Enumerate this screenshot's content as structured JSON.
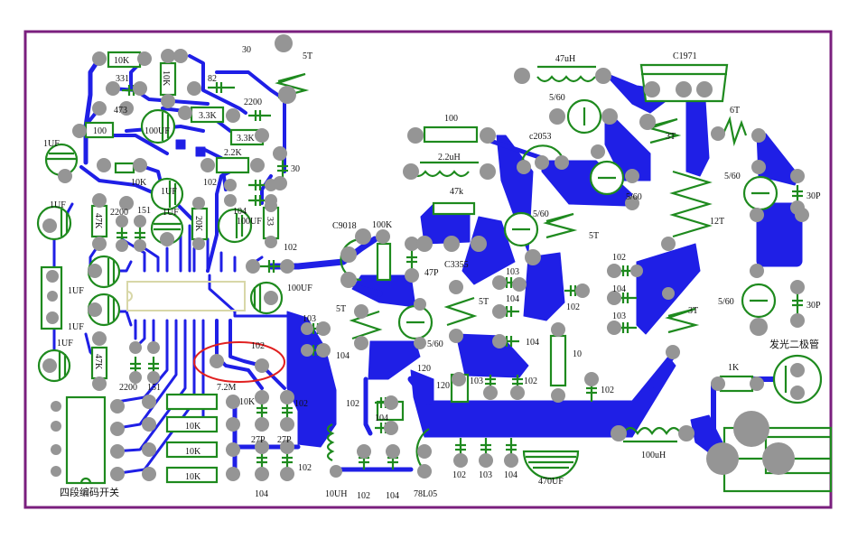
{
  "board": {
    "title": "PCB layout - FM transmitter",
    "colors": {
      "frame": "#7a1f7e",
      "copper": "#1f1fe6",
      "silkscreen": "#1e8a1e",
      "pad": "#959595",
      "highlight": "#e02020"
    }
  },
  "labels": {
    "r_10k_top": "10K",
    "c_331": "331",
    "r_10k_vert": "10K",
    "c_82": "82",
    "c_30_top": "30",
    "l_5t_top": "5T",
    "c_473": "473",
    "r_3k3_a": "3.3K",
    "c_2200_top": "2200",
    "r_100_left": "100",
    "c_100uf_top": "100UF",
    "r_3k3_b": "3.3K",
    "c_1uf_a": "1UF",
    "r_2k2": "2.2K",
    "c_30_mid": "30",
    "pot_10k": "10K",
    "c_1uf_b": "1UF",
    "c_102_a": "102",
    "c_1uf_c": "1UF",
    "c_2200_mid": "2200",
    "c_151_mid": "151",
    "c_1uf_d": "1UF",
    "r_47k_a": "47K",
    "r_20k": "20K",
    "c_104_a": "104",
    "c_100uf_b": "100UF",
    "r_33": "33",
    "c_102_b": "102",
    "c_1uf_e": "1UF",
    "c_100uf_c": "100UF",
    "c_1uf_f": "1UF",
    "c_103_a": "103",
    "c_102_c": "102",
    "c_104_b": "104",
    "c_1uf_g": "1UF",
    "r_47k_b": "47K",
    "c_2200_bot": "2200",
    "c_151_bot": "151",
    "xtal_72m": "7.2M",
    "r_10k_b": "10K",
    "r_10k_c": "10K",
    "r_10k_d": "10K",
    "r_10k_e": "10K",
    "c_27p_a": "27P",
    "c_27p_b": "27P",
    "c_102_d": "102",
    "c_104_c": "104",
    "switch_label": "四段编码开关",
    "c9018": "C9018",
    "r_100k": "100K",
    "c_47p": "47P",
    "c3355": "C3355",
    "l_5t_mid": "5T",
    "l_5t_b": "5T",
    "vc_560_a": "5/60",
    "r_120_a": "120",
    "r_120_b": "120",
    "c_102_e": "102",
    "c_104_d": "104",
    "l_10uh": "10UH",
    "c_102_f": "102",
    "c_104_e": "104",
    "reg_78l05": "78L05",
    "r_100_top": "100",
    "l_22uh": "2.2uH",
    "r_47k_c": "47k",
    "l_47uh": "47uH",
    "vc_560_b": "5/60",
    "c2053": "c2053",
    "vc_560_c": "5/60",
    "vc_560_d": "5/60",
    "l_5t_c": "5T",
    "l_3t_a": "3T",
    "c_103_b": "103",
    "c_104_f": "104",
    "c_102_g": "102",
    "c_104_g": "104",
    "c_103_c": "103",
    "c_102_h": "102",
    "r_10": "10",
    "c_102_i": "102",
    "c_103_d": "103",
    "c_104_h": "104",
    "c_470uf": "470UF",
    "c1971": "C1971",
    "l_6t": "6T",
    "vc_560_e": "5/60",
    "c_30p_a": "30P",
    "l_12t": "12T",
    "c_102_j": "102",
    "c_104_i": "104",
    "c_103_e": "103",
    "l_3t_b": "3T",
    "vc_560_f": "5/60",
    "c_30p_b": "30P",
    "led_label": "发光二极管",
    "r_1k": "1K",
    "l_100uh": "100uH",
    "c_102_k": "102"
  }
}
